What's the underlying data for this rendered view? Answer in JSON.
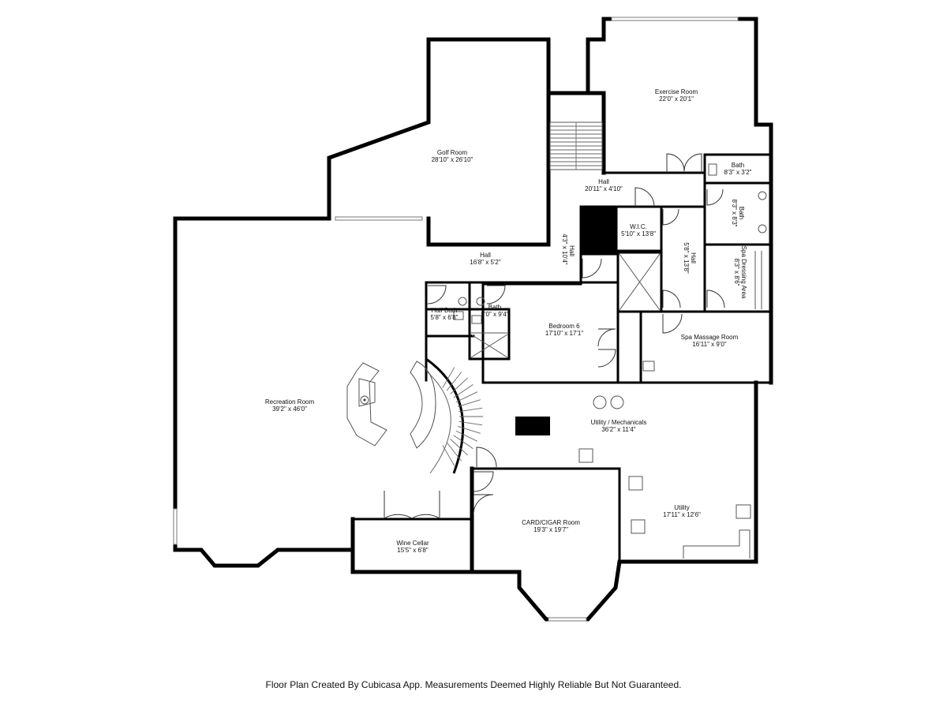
{
  "rooms": [
    {
      "id": "golf-room",
      "name": "Golf Room",
      "dims": "28'10\" x 26'10\""
    },
    {
      "id": "exercise-room",
      "name": "Exercise Room",
      "dims": "22'0\" x 20'1\""
    },
    {
      "id": "hall-upper",
      "name": "Hall",
      "dims": "20'11\" x 4'10\""
    },
    {
      "id": "bath-small",
      "name": "Bath",
      "dims": "8'3\" x 3'2\""
    },
    {
      "id": "bath-side",
      "name": "Bath",
      "dims": "8'3\" x 8'3\""
    },
    {
      "id": "wic",
      "name": "W.I.C.",
      "dims": "5'10\" x 13'8\""
    },
    {
      "id": "hall-vertical",
      "name": "Hall",
      "dims": "4'3\" x 10'4\""
    },
    {
      "id": "hall-mid",
      "name": "Hall",
      "dims": "5'8\" x 13'8\""
    },
    {
      "id": "spa-dressing",
      "name": "Spa Dressing Area",
      "dims": "8'3\" x 8'6\""
    },
    {
      "id": "hall-golf",
      "name": "Hall",
      "dims": "16'8\" x 5'2\""
    },
    {
      "id": "half-bath",
      "name": "Half Bath",
      "dims": "5'8\" x 6'8\""
    },
    {
      "id": "bath-bed",
      "name": "Bath",
      "dims": "5'0\" x 9'4\""
    },
    {
      "id": "bedroom-6",
      "name": "Bedroom 6",
      "dims": "17'10\" x 17'1\""
    },
    {
      "id": "spa-massage",
      "name": "Spa Massage Room",
      "dims": "16'11\" x 9'0\""
    },
    {
      "id": "recreation-room",
      "name": "Recreation Room",
      "dims": "39'2\" x 46'0\""
    },
    {
      "id": "utility-mechanicals",
      "name": "Utility / Mechanicals",
      "dims": "36'2\" x 11'4\""
    },
    {
      "id": "utility",
      "name": "Utility",
      "dims": "17'11\" x 12'6\""
    },
    {
      "id": "card-cigar",
      "name": "CARD/CIGAR Room",
      "dims": "19'3\" x 19'7\""
    },
    {
      "id": "wine-cellar",
      "name": "Wine Cellar",
      "dims": "15'5\" x 6'8\""
    }
  ],
  "footer": {
    "text": "Floor Plan Created By Cubicasa App. Measurements Deemed Highly Reliable But Not Guaranteed."
  }
}
